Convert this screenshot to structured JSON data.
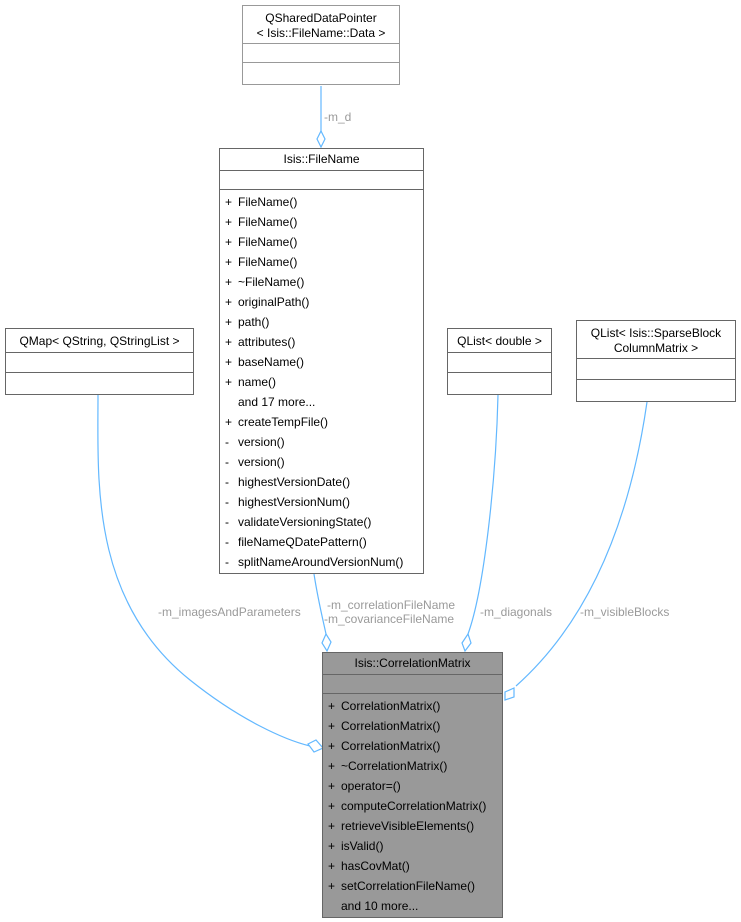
{
  "colors": {
    "edge": "#63b8ff",
    "label": "#9a9a9a",
    "focus_fill": "#999999",
    "border": "#666666"
  },
  "nodes": {
    "shared_ptr": {
      "title_line1": "QSharedDataPointer",
      "title_line2": "< Isis::FileName::Data >"
    },
    "filename": {
      "title": "Isis::FileName",
      "members": [
        {
          "vis": "+",
          "name": "FileName()"
        },
        {
          "vis": "+",
          "name": "FileName()"
        },
        {
          "vis": "+",
          "name": "FileName()"
        },
        {
          "vis": "+",
          "name": "FileName()"
        },
        {
          "vis": "+",
          "name": "~FileName()"
        },
        {
          "vis": "+",
          "name": "originalPath()"
        },
        {
          "vis": "+",
          "name": "path()"
        },
        {
          "vis": "+",
          "name": "attributes()"
        },
        {
          "vis": "+",
          "name": "baseName()"
        },
        {
          "vis": "+",
          "name": "name()"
        }
      ],
      "more": "and 17 more...",
      "members2": [
        {
          "vis": "+",
          "name": "createTempFile()"
        },
        {
          "vis": "-",
          "name": "version()"
        },
        {
          "vis": "-",
          "name": "version()"
        },
        {
          "vis": "-",
          "name": "highestVersionDate()"
        },
        {
          "vis": "-",
          "name": "highestVersionNum()"
        },
        {
          "vis": "-",
          "name": "validateVersioningState()"
        },
        {
          "vis": "-",
          "name": "fileNameQDatePattern()"
        },
        {
          "vis": "-",
          "name": "splitNameAroundVersionNum()"
        }
      ]
    },
    "qmap": {
      "title": "QMap< QString, QStringList >"
    },
    "qlist_double": {
      "title": "QList< double >"
    },
    "qlist_sparse": {
      "title_line1": "QList< Isis::SparseBlock",
      "title_line2": "ColumnMatrix >"
    },
    "correlation": {
      "title": "Isis::CorrelationMatrix",
      "members": [
        {
          "vis": "+",
          "name": "CorrelationMatrix()"
        },
        {
          "vis": "+",
          "name": "CorrelationMatrix()"
        },
        {
          "vis": "+",
          "name": "CorrelationMatrix()"
        },
        {
          "vis": "+",
          "name": "~CorrelationMatrix()"
        },
        {
          "vis": "+",
          "name": "operator=()"
        },
        {
          "vis": "+",
          "name": "computeCorrelationMatrix()"
        },
        {
          "vis": "+",
          "name": "retrieveVisibleElements()"
        },
        {
          "vis": "+",
          "name": "isValid()"
        },
        {
          "vis": "+",
          "name": "hasCovMat()"
        },
        {
          "vis": "+",
          "name": "setCorrelationFileName()"
        }
      ],
      "more": "and 10 more..."
    }
  },
  "edge_labels": {
    "m_d": "-m_d",
    "images": "-m_imagesAndParameters",
    "corr_file": "-m_correlationFileName",
    "cov_file": "-m_covarianceFileName",
    "diagonals": "-m_diagonals",
    "visible": "-m_visibleBlocks"
  }
}
